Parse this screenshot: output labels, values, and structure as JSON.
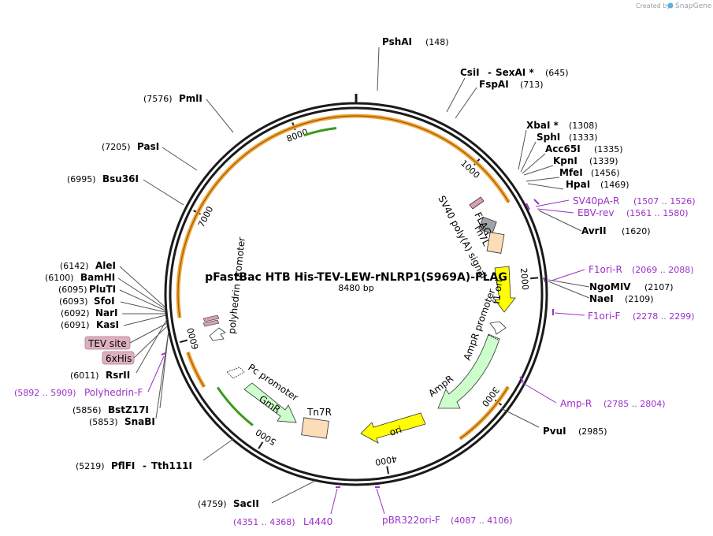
{
  "credit": {
    "prefix": "Created by",
    "brand": "SnapGene"
  },
  "plasmid": {
    "name": "pFastBac HTB His-TEV-LEW-rNLRP1(S969A)-FLAG",
    "length_label": "8480 bp",
    "length": 8480
  },
  "ticks": [
    "1000",
    "2000",
    "3000",
    "4000",
    "5000",
    "6000",
    "7000",
    "8000"
  ],
  "enzymes": [
    {
      "name": "PshAI",
      "pos": "(148)"
    },
    {
      "name": "CsiI",
      "sep": "-",
      "name2": "SexAI *",
      "pos": "(645)"
    },
    {
      "name": "FspAI",
      "pos": "(713)"
    },
    {
      "name": "XbaI *",
      "pos": "(1308)"
    },
    {
      "name": "SphI",
      "pos": "(1333)"
    },
    {
      "name": "Acc65I",
      "pos": "(1335)"
    },
    {
      "name": "KpnI",
      "pos": "(1339)"
    },
    {
      "name": "MfeI",
      "pos": "(1456)"
    },
    {
      "name": "HpaI",
      "pos": "(1469)"
    },
    {
      "name": "AvrII",
      "pos": "(1620)"
    },
    {
      "name": "NgoMIV",
      "pos": "(2107)"
    },
    {
      "name": "NaeI",
      "pos": "(2109)"
    },
    {
      "name": "PvuI",
      "pos": "(2985)"
    },
    {
      "name": "SacII",
      "pos": "(4759)"
    },
    {
      "name": "PflFI",
      "sep": "-",
      "name2": "Tth111I",
      "pos": "(5219)"
    },
    {
      "name": "SnaBI",
      "pos": "(5853)"
    },
    {
      "name": "BstZ17I",
      "pos": "(5856)"
    },
    {
      "name": "RsrII",
      "pos": "(6011)"
    },
    {
      "name": "KasI",
      "pos": "(6091)"
    },
    {
      "name": "NarI",
      "pos": "(6092)"
    },
    {
      "name": "SfoI",
      "pos": "(6093)"
    },
    {
      "name": "PluTI",
      "pos": "(6095)"
    },
    {
      "name": "BamHI",
      "pos": "(6100)"
    },
    {
      "name": "AleI",
      "pos": "(6142)"
    },
    {
      "name": "Bsu36I",
      "pos": "(6995)"
    },
    {
      "name": "PasI",
      "pos": "(7205)"
    },
    {
      "name": "PmlI",
      "pos": "(7576)"
    }
  ],
  "primers": [
    {
      "name": "SV40pA-R",
      "range": "(1507 .. 1526)"
    },
    {
      "name": "EBV-rev",
      "range": "(1561 .. 1580)"
    },
    {
      "name": "F1ori-R",
      "range": "(2069 .. 2088)"
    },
    {
      "name": "F1ori-F",
      "range": "(2278 .. 2299)"
    },
    {
      "name": "Amp-R",
      "range": "(2785 .. 2804)"
    },
    {
      "name": "pBR322ori-F",
      "range": "(4087 .. 4106)"
    },
    {
      "name": "L4440",
      "range": "(4351 .. 4368)"
    },
    {
      "name": "Polyhedrin-F",
      "range": "(5892 .. 5909)"
    }
  ],
  "features": {
    "flag": "FLAG",
    "tn7l": "Tn7L",
    "sv40": "SV40 poly(A) signal",
    "f1ori": "f1 ori",
    "ampr_promoter": "AmpR promoter",
    "ampr": "AmpR",
    "ori": "ori",
    "tn7r": "Tn7R",
    "gmr": "GmR",
    "pc_promoter": "Pc promoter",
    "polyhedrin": "polyhedrin promoter",
    "tev": "TEV site",
    "his": "6xHis"
  },
  "colors": {
    "backbone": "#1a1a1a",
    "cds_orange": "#f0a830",
    "cds_inner": "#a0521c",
    "green_cds": "#3a9a1a",
    "primer": "#9b30c8",
    "f1ori_fill": "#ffff00",
    "ori_fill": "#ffff00",
    "ampr_fill": "#ccffcc",
    "tn7_fill": "#fddcb8",
    "flag_fill": "#d8a0b4",
    "tag_fill": "#dcb0c0",
    "tn7l_fill": "#a0a4a8"
  }
}
